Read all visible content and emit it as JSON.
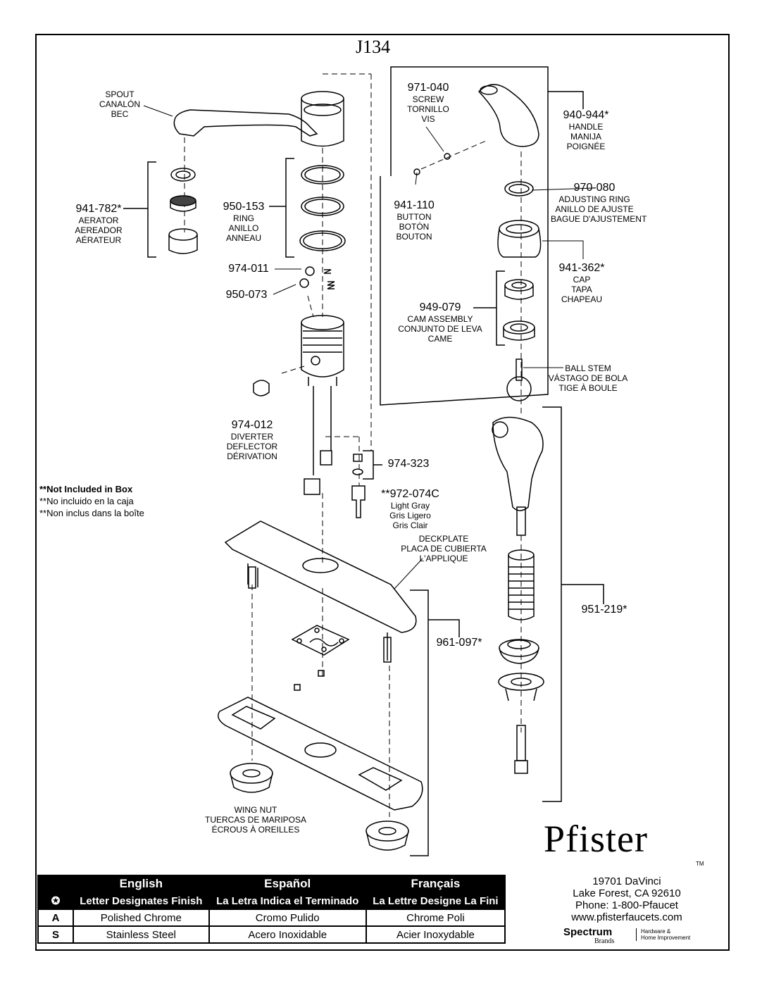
{
  "title": "J134",
  "parts": {
    "spout": {
      "lines": [
        "SPOUT",
        "CANALÓN",
        "BEC"
      ]
    },
    "aerator": {
      "number": "941-782*",
      "lines": [
        "AERATOR",
        "AEREADOR",
        "AÉRATEUR"
      ]
    },
    "ring": {
      "number": "950-153",
      "lines": [
        "RING",
        "ANILLO",
        "ANNEAU"
      ]
    },
    "p974_011": {
      "number": "974-011"
    },
    "p950_073": {
      "number": "950-073"
    },
    "diverter": {
      "number": "974-012",
      "lines": [
        "DIVERTER",
        "DEFLECTOR",
        "DÉRIVATION"
      ]
    },
    "p974_323": {
      "number": "974-323"
    },
    "p972_074c": {
      "number": "**972-074C",
      "lines": [
        "Light Gray",
        "Gris Ligero",
        "Gris Clair"
      ]
    },
    "screw": {
      "number": "971-040",
      "lines": [
        "SCREW",
        "TORNILLO",
        "VIS"
      ]
    },
    "handle": {
      "number": "940-944*",
      "lines": [
        "HANDLE",
        "MANIJA",
        "POIGNÉE"
      ]
    },
    "button": {
      "number": "941-110",
      "lines": [
        "BUTTON",
        "BOTÓN",
        "BOUTON"
      ]
    },
    "adjusting_ring": {
      "number": "970-080",
      "lines": [
        "ADJUSTING RING",
        "ANILLO DE AJUSTE",
        "BAGUE D'AJUSTEMENT"
      ]
    },
    "cap": {
      "number": "941-362*",
      "lines": [
        "CAP",
        "TAPA",
        "CHAPEAU"
      ]
    },
    "cam": {
      "number": "949-079",
      "lines": [
        "CAM ASSEMBLY",
        "CONJUNTO DE LEVA",
        "CAME"
      ]
    },
    "ball_stem": {
      "lines": [
        "BALL STEM",
        "VÁSTAGO DE BOLA",
        "TIGE À BOULE"
      ]
    },
    "deckplate": {
      "lines": [
        "DECKPLATE",
        "PLACA DE CUBIERTA",
        "L'APPLIQUE"
      ]
    },
    "p961_097": {
      "number": "961-097*"
    },
    "spray": {
      "number": "951-219*"
    },
    "wing_nut": {
      "lines": [
        "WING NUT",
        "TUERCAS DE MARIPOSA",
        "ÉCROUS À OREILLES"
      ]
    }
  },
  "notes": [
    "**Not Included in Box",
    "**No incluido en la caja",
    "**Non inclus dans la boîte"
  ],
  "finish_table": {
    "headers": [
      "English",
      "Español",
      "Français"
    ],
    "subheader_symbol": "✪",
    "subheaders": [
      "Letter Designates Finish",
      "La Letra Indica el Terminado",
      "La Lettre Designe La Fini"
    ],
    "rows": [
      {
        "code": "A",
        "values": [
          "Polished Chrome",
          "Cromo Pulido",
          "Chrome Poli"
        ]
      },
      {
        "code": "S",
        "values": [
          "Stainless Steel",
          "Acero Inoxidable",
          "Acier Inoxydable"
        ]
      }
    ]
  },
  "brand": {
    "name": "Pfister",
    "tm": "TM",
    "address": [
      "19701 DaVinci",
      "Lake Forest, CA 92610",
      "Phone: 1-800-Pfaucet",
      "www.pfisterfaucets.com"
    ],
    "parent": "Spectrum",
    "parent_sub": "Brands",
    "division": [
      "Hardware &",
      "Home Improvement"
    ]
  }
}
